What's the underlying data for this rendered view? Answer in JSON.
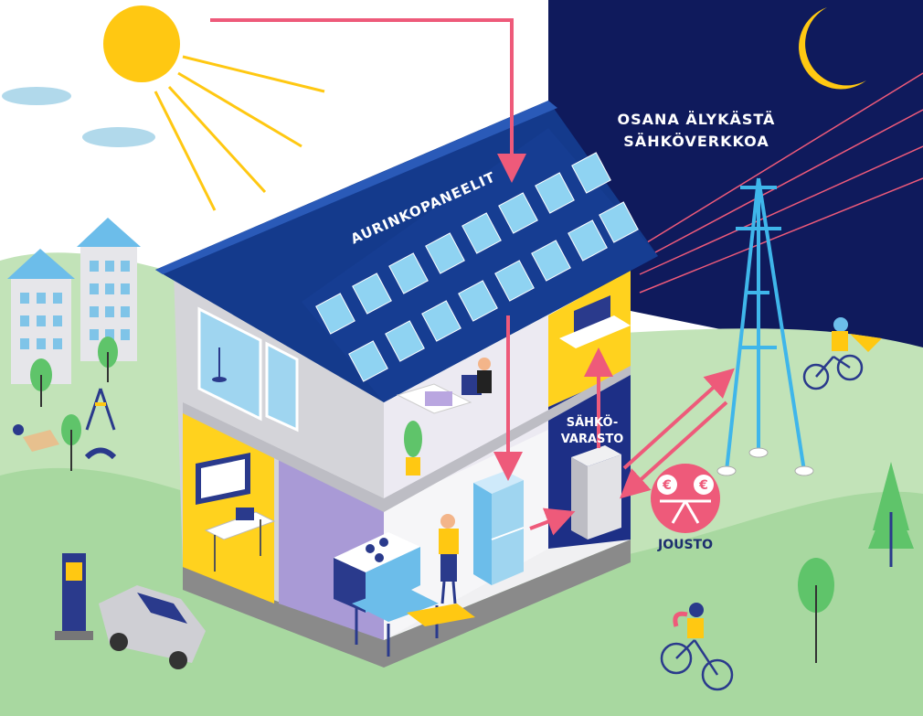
{
  "labels": {
    "grid_line1": "OSANA ÄLYKÄSTÄ",
    "grid_line2": "SÄHKÖVERKKOA",
    "solar_panels": "AURINKOPANEELIT",
    "storage_line1": "SÄHKÖ-",
    "storage_line2": "VARASTO",
    "flex": "JOUSTO",
    "currency_left": "€",
    "currency_right": "€"
  },
  "colors": {
    "night_sky": "#0f1a5c",
    "sun": "#ffc812",
    "moon": "#ffc812",
    "roof": "#143a8c",
    "flow_arrow": "#ee5a7a",
    "grass": "#a8d8a0",
    "pylon": "#3fb6ea",
    "wall_yellow": "#ffd21e",
    "wall_purple": "#a99ad6",
    "storage_room": "#1d2f86"
  }
}
